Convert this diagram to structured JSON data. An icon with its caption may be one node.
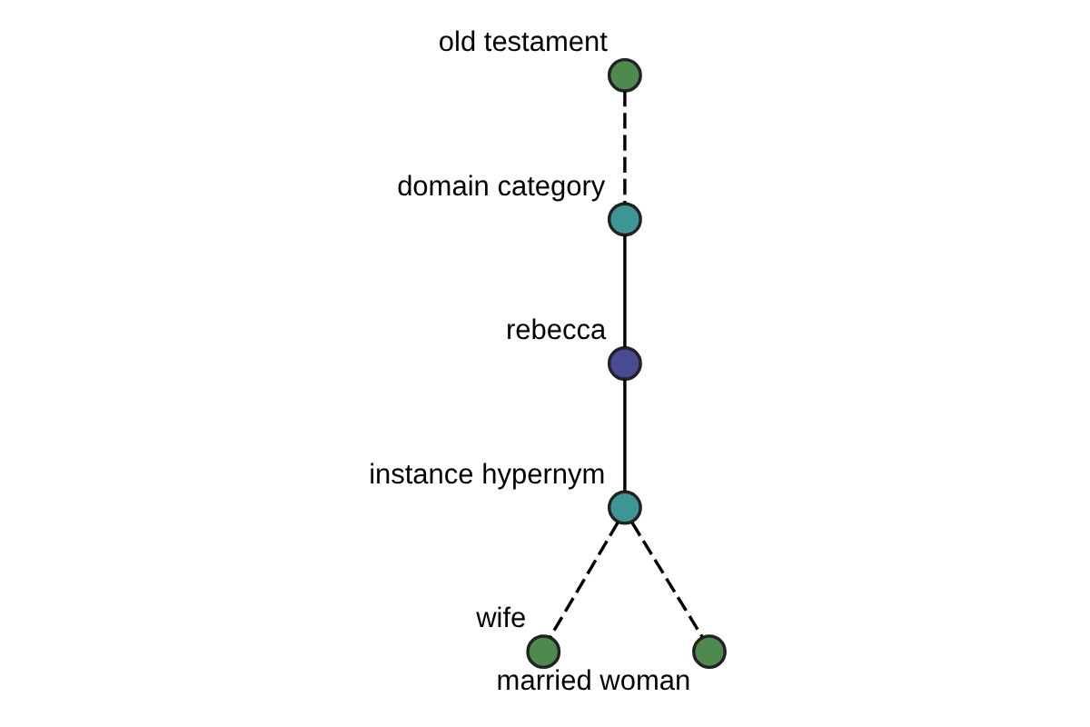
{
  "diagram": {
    "nodes": [
      {
        "text": [],
        "shape": "circle",
        "beside": [
          "old testament"
        ]
      },
      {
        "text": [],
        "shape": "circle",
        "beside": [
          "domain category"
        ]
      },
      {
        "text": [],
        "shape": "circle",
        "beside": [
          "rebecca"
        ]
      },
      {
        "text": [],
        "shape": "circle",
        "beside": [
          "instance hypernym"
        ]
      },
      {
        "text": [],
        "shape": "circle",
        "beside": [
          "wife"
        ]
      },
      {
        "text": [],
        "shape": "circle",
        "beside": [
          "married woman"
        ]
      }
    ],
    "edges": [
      {
        "from": 0,
        "to": 1,
        "arrow": "none",
        "style": "dashed"
      },
      {
        "from": 1,
        "to": 2,
        "arrow": "none"
      },
      {
        "from": 2,
        "to": 3,
        "arrow": "none"
      },
      {
        "from": 3,
        "to": 4,
        "arrow": "none",
        "style": "dashed"
      },
      {
        "from": 3,
        "to": 5,
        "arrow": "none",
        "style": "dashed"
      }
    ]
  }
}
